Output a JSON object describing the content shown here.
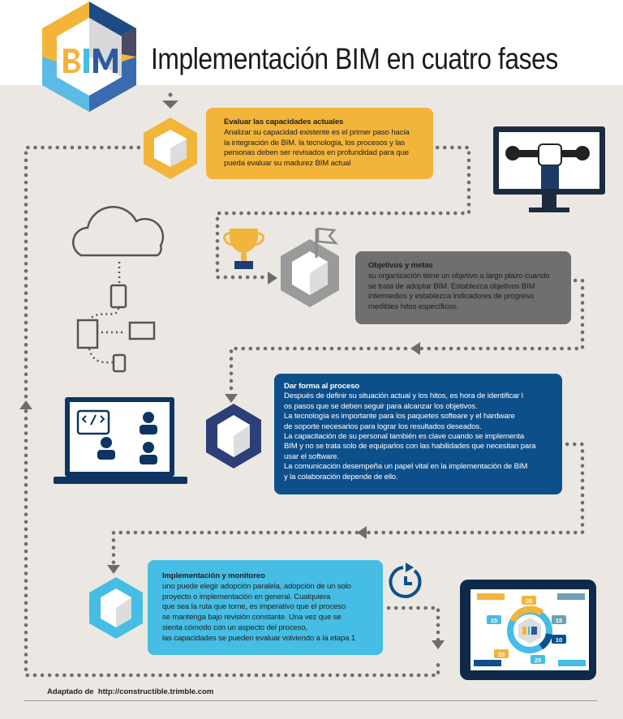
{
  "header": {
    "logo_text": "BIM",
    "title": "Implementación BIM en cuatro fases"
  },
  "steps": [
    {
      "title": "Evaluar las capacidades actuales",
      "body": "Analizar su capacidad existente es el primer paso hacia\nla integración de BIM. la tecnología, los procesos y las\npersonas deben ser revisados en profundidad para que\npueda evaluar su madurez BIM actual",
      "color": "#f3b43a"
    },
    {
      "title": "Objetivos y metas",
      "body": "su organización tiene un objetivo a largo plazo cuando\nse trata de adoptar BIM. Establezca objetivos BIM\nintermedios y establezca indicadores de progreso\nmedibles hitos específicos.",
      "color": "#6f6f6f"
    },
    {
      "title": "Dar forma al proceso",
      "body": "Después de definir su situación actual y los hitos, es hora de identificar l\nos pasos que se deben seguir para alcanzar los objetivos.\nLa tecnología es importante para los paquetes softeare y el hardware\nde soporte necesarios para lograr los resultados deseados.\nLa capacitación de su personal también es clave cuando se implementa\nBIM y no se trata solo de equiparlos con las habilidades que necesitan para\nusar el software.\nLa comunicación desempeña un papel vital en la implementación de BIM\ny la colaboración depende de ello.",
      "color": "#0d4f8b"
    },
    {
      "title": "Implementación y monitoreo",
      "body": "uno puede elegir adopción paralela, adopción de un solo\nproyecto o implementación en general. Cualquiera\nque sea la ruta que tome, es imperativo que el proceso\nse mantenga bajo revisión constante. Una vez que se\nsienta cómodo con un aspecto del proceso,\nlas capacidades se pueden evaluar volviendo a la etapa 1",
      "color": "#45bde4"
    }
  ],
  "tablet": {
    "logo_text": "BIM",
    "labels": [
      "25",
      "15",
      "15",
      "10",
      "10",
      "25"
    ]
  },
  "icons": [
    "hexagon-cube-icon",
    "monitor-wrench-icon",
    "cloud-devices-icon",
    "trophy-icon",
    "flag-icon",
    "laptop-team-icon",
    "clock-icon",
    "tablet-dashboard-icon"
  ],
  "footer": {
    "label": "Adaptado de",
    "url": "http://constructible.trimble.com"
  }
}
